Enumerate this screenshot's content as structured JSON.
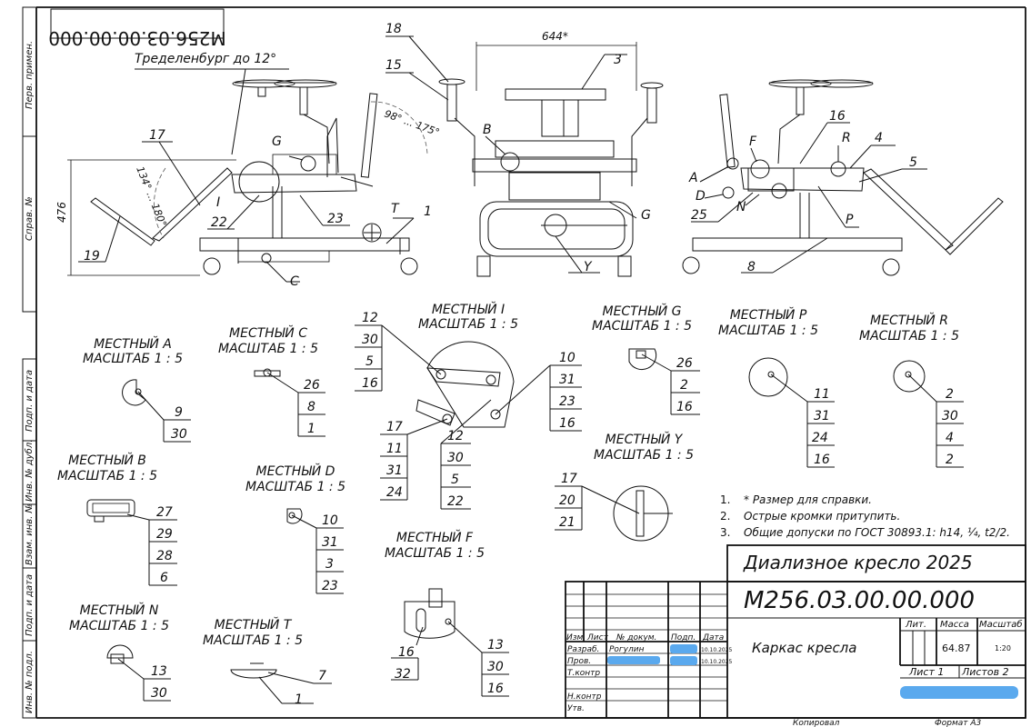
{
  "sheet": {
    "stamp_code_mirrored": "М256.03.00.00.000",
    "left_strip": [
      "Перв. примен.",
      "Справ. №",
      "Подп. и дата",
      "Инв. № дубл.",
      "Взам. инв. №",
      "Подп. и дата",
      "Инв. № подл."
    ],
    "footer_copied": "Копировал",
    "footer_format": "Формат  А3"
  },
  "main_views": {
    "trendelenburg": "Тределенбург до 12°",
    "angle_back": "98° ... 175°",
    "angle_seat": "134° ... 180°",
    "dim_height": "476",
    "dim_width": "644*",
    "balloons": [
      "18",
      "15",
      "17",
      "G",
      "I",
      "22",
      "23",
      "T",
      "1",
      "19",
      "C",
      "3",
      "B",
      "G",
      "Y",
      "16",
      "R",
      "4",
      "5",
      "F",
      "A",
      "D",
      "25",
      "N",
      "P",
      "8"
    ]
  },
  "details": [
    {
      "id": "A",
      "title": "МЕСТНЫЙ А",
      "scale": "МАСШТАБ 1 : 5",
      "parts": [
        "9",
        "30"
      ]
    },
    {
      "id": "C",
      "title": "МЕСТНЫЙ С",
      "scale": "МАСШТАБ 1 : 5",
      "parts": [
        "26",
        "8",
        "1"
      ]
    },
    {
      "id": "I",
      "title": "МЕСТНЫЙ I",
      "scale": "МАСШТАБ 1 : 5",
      "parts_a": [
        "12",
        "30",
        "5",
        "16"
      ],
      "parts_b": [
        "10",
        "31",
        "23",
        "16"
      ],
      "parts_c": [
        "17",
        "11",
        "31",
        "24"
      ],
      "parts_d": [
        "12",
        "30",
        "5",
        "22"
      ]
    },
    {
      "id": "G",
      "title": "МЕСТНЫЙ G",
      "scale": "МАСШТАБ 1 : 5",
      "parts": [
        "26",
        "2",
        "16"
      ]
    },
    {
      "id": "P",
      "title": "МЕСТНЫЙ P",
      "scale": "МАСШТАБ 1 : 5",
      "parts": [
        "11",
        "31",
        "24",
        "16"
      ]
    },
    {
      "id": "R",
      "title": "МЕСТНЫЙ R",
      "scale": "МАСШТАБ 1 : 5",
      "parts": [
        "2",
        "30",
        "4",
        "2"
      ]
    },
    {
      "id": "B",
      "title": "МЕСТНЫЙ В",
      "scale": "МАСШТАБ 1 : 5",
      "parts": [
        "27",
        "29",
        "28",
        "6"
      ]
    },
    {
      "id": "D",
      "title": "МЕСТНЫЙ D",
      "scale": "МАСШТАБ 1 : 5",
      "parts": [
        "10",
        "31",
        "3",
        "23"
      ]
    },
    {
      "id": "Y",
      "title": "МЕСТНЫЙ Y",
      "scale": "МАСШТАБ 1 : 5",
      "parts": [
        "17",
        "20",
        "21"
      ]
    },
    {
      "id": "F",
      "title": "МЕСТНЫЙ F",
      "scale": "МАСШТАБ 1 : 5",
      "parts_left": [
        "16",
        "32"
      ],
      "parts_right": [
        "13",
        "30",
        "16"
      ]
    },
    {
      "id": "N",
      "title": "МЕСТНЫЙ N",
      "scale": "МАСШТАБ 1 : 5",
      "parts": [
        "13",
        "30"
      ]
    },
    {
      "id": "T",
      "title": "МЕСТНЫЙ T",
      "scale": "МАСШТАБ 1 : 5",
      "parts": [
        "7",
        "1"
      ]
    }
  ],
  "notes": [
    {
      "n": "1.",
      "text": "* Размер для справки."
    },
    {
      "n": "2.",
      "text": "Острые кромки притупить."
    },
    {
      "n": "3.",
      "text": "Общие допуски по ГОСТ 30893.1: h14, ¼, t2/2."
    }
  ],
  "title_block": {
    "project": "Диализное кресло 2025",
    "designation": "М256.03.00.00.000",
    "name": "Каркас кресла",
    "lit_label": "Лит.",
    "mass_label": "Масса",
    "scale_label": "Масштаб",
    "mass": "64.87",
    "scale": "1:20",
    "sheet": "Лист 1",
    "sheets": "Листов 2",
    "header_row": [
      "Изм.",
      "Лист",
      "№ докум.",
      "Подп.",
      "Дата"
    ],
    "roles": [
      "Разраб.",
      "Пров.",
      "Т.контр",
      "",
      "Н.контр",
      "Утв."
    ],
    "developer": "Рогулин",
    "date1": "10.10.2025",
    "date2": "10.10.2025"
  },
  "colors": {
    "line": "#111111",
    "redaction": "#5aa9ee"
  }
}
